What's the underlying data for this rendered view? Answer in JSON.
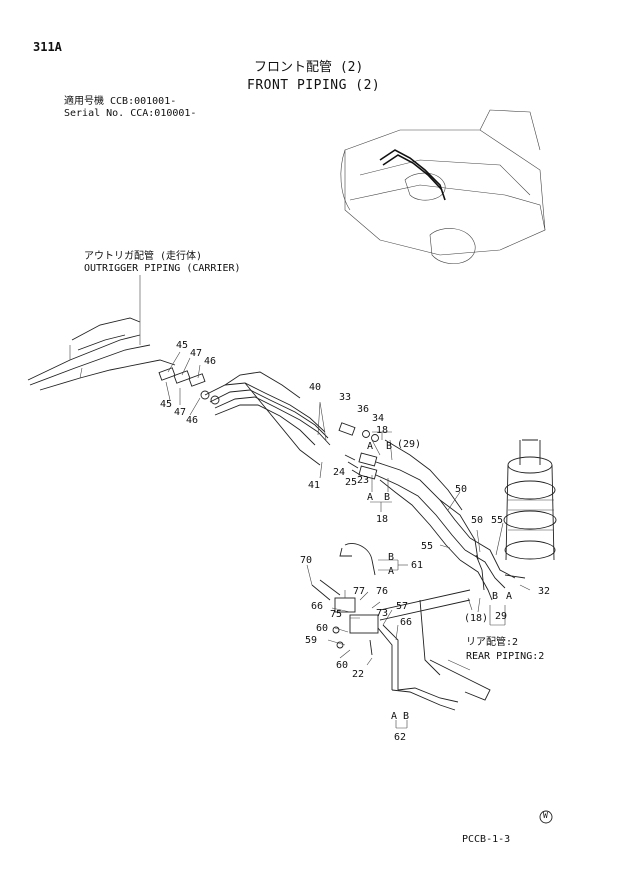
{
  "page": {
    "code": "311A",
    "title_jp": "フロント配管 (2)",
    "title_en": "FRONT PIPING (2)",
    "serial_jp": "適用号機 CCB:001001-",
    "serial_en": "Serial No. CCA:010001-",
    "footer_code": "PCCB-1-3",
    "footer_mark": "W"
  },
  "notes": {
    "outrigger_jp": "アウトリガ配管 (走行体)",
    "outrigger_en": "OUTRIGGER PIPING (CARRIER)",
    "rear_jp": "リア配管:2",
    "rear_en": "REAR PIPING:2"
  },
  "callouts": {
    "c45a": "45",
    "c47a": "47",
    "c46a": "46",
    "c45b": "45",
    "c47b": "47",
    "c46b": "46",
    "c40": "40",
    "c41": "41",
    "c33": "33",
    "c36": "36",
    "c34": "34",
    "c18a": "18",
    "c29a": "(29)",
    "c24": "24",
    "c23": "23",
    "c25": "25",
    "c18b": "18",
    "c50a": "50",
    "c50b": "50",
    "c55a": "55",
    "c55b": "55",
    "c32": "32",
    "c29b": "29",
    "c18c": "(18)",
    "c70": "70",
    "c61": "61",
    "c77": "77",
    "c76": "76",
    "c66a": "66",
    "c75": "75",
    "c73": "73",
    "c57": "57",
    "c66b": "66",
    "c60a": "60",
    "c59": "59",
    "c60b": "60",
    "c22": "22",
    "c62": "62",
    "a1": "A",
    "b1": "B",
    "a2": "A",
    "b2": "B",
    "b3": "B",
    "a3": "A",
    "b4": "B",
    "a4": "A",
    "a5": "A",
    "b5": "B"
  }
}
